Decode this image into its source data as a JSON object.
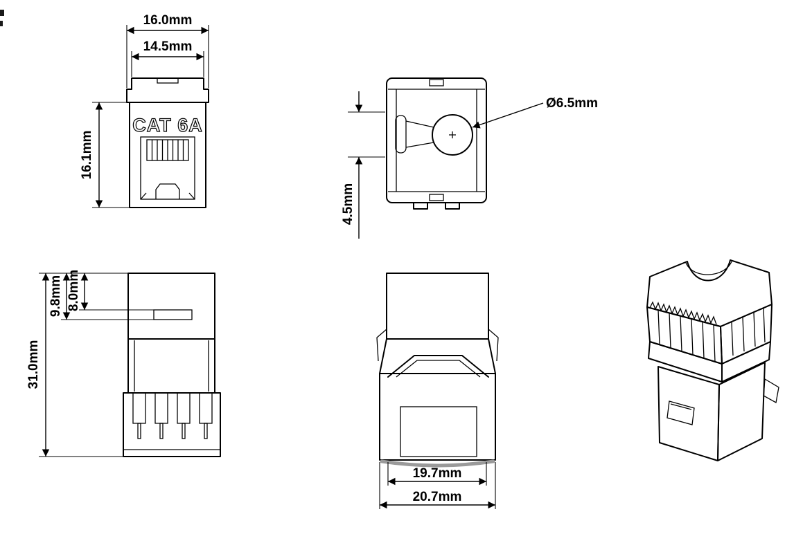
{
  "colors": {
    "line": "#000000",
    "background": "#ffffff",
    "shade": "#9a9a9a"
  },
  "front_view": {
    "face_label": "CAT 6A",
    "dim_outer_width": "16.0mm",
    "dim_inner_width": "14.5mm",
    "dim_face_height": "16.1mm"
  },
  "top_view": {
    "dim_hole_diameter": "Ø6.5mm",
    "dim_hole_offset": "4.5mm"
  },
  "side_view": {
    "dim_total_height": "31.0mm",
    "dim_upper_a": "9.8mm",
    "dim_upper_b": "8.0mm"
  },
  "rear_view": {
    "dim_inner_width": "19.7mm",
    "dim_outer_width": "20.7mm"
  }
}
